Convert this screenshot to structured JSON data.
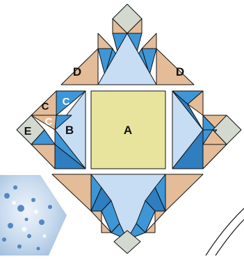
{
  "labels": {
    "a": "A",
    "b": "B",
    "c": "C",
    "d": "D",
    "e": "E"
  },
  "colors": {
    "tan": "#E5BC98",
    "blue": "#3E96D6",
    "light_blue": "#C7DDF4",
    "gray": "#D4D9D0",
    "yellow": "#E8E49E",
    "outline": "#111111"
  }
}
